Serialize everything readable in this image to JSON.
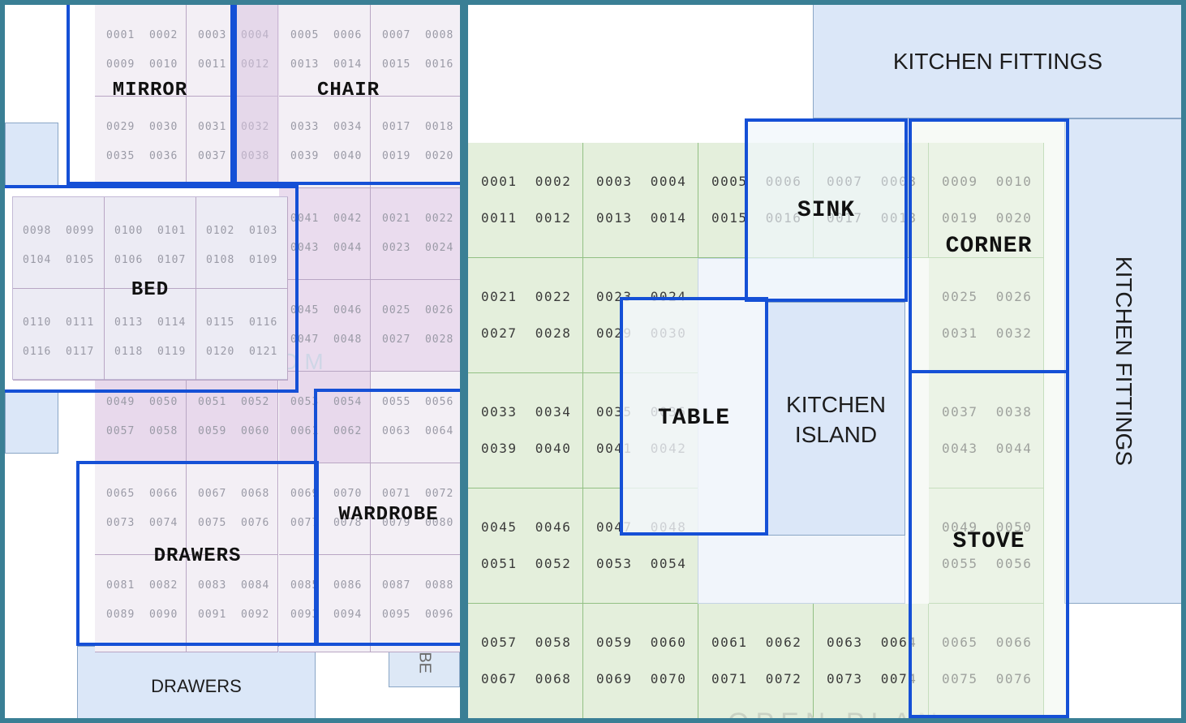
{
  "bedroom": {
    "room_label": "BEDROOM",
    "grid_cells": [
      [
        "0001",
        "0002",
        "0009",
        "0010"
      ],
      [
        "0003",
        "0004",
        "0011",
        "0012"
      ],
      [
        "0005",
        "0006",
        "0013",
        "0014"
      ],
      [
        "0007",
        "0008",
        "0015",
        "0016"
      ],
      [
        "0029",
        "0030",
        "0035",
        "0036"
      ],
      [
        "0031",
        "0032",
        "0037",
        "0038"
      ],
      [
        "0033",
        "0034",
        "0039",
        "0040"
      ],
      [
        "0017",
        "0018",
        "0019",
        "0020"
      ],
      [
        "0041",
        "0042",
        "0043",
        "0044"
      ],
      [
        "0021",
        "0022",
        "0023",
        "0024"
      ],
      [
        "0045",
        "0046",
        "0047",
        "0048"
      ],
      [
        "0025",
        "0026",
        "0027",
        "0028"
      ],
      [
        "0049",
        "0050",
        "0057",
        "0058"
      ],
      [
        "0051",
        "0052",
        "0059",
        "0060"
      ],
      [
        "0053",
        "0054",
        "0061",
        "0062"
      ],
      [
        "0055",
        "0056",
        "0063",
        "0064"
      ],
      [
        "0065",
        "0066",
        "0073",
        "0074"
      ],
      [
        "0067",
        "0068",
        "0075",
        "0076"
      ],
      [
        "0069",
        "0070",
        "0077",
        "0078"
      ],
      [
        "0071",
        "0072",
        "0079",
        "0080"
      ],
      [
        "0081",
        "0082",
        "0089",
        "0090"
      ],
      [
        "0083",
        "0084",
        "0091",
        "0092"
      ],
      [
        "0085",
        "0086",
        "0093",
        "0094"
      ],
      [
        "0087",
        "0088",
        "0095",
        "0096"
      ]
    ],
    "bed_cells": [
      [
        "0098",
        "0099",
        "0104",
        "0105"
      ],
      [
        "0100",
        "0101",
        "0106",
        "0107"
      ],
      [
        "0102",
        "0103",
        "0108",
        "0109"
      ],
      [
        "0110",
        "0111",
        "0116",
        "0117"
      ],
      [
        "0113",
        "0114",
        "0118",
        "0119"
      ],
      [
        "0115",
        "0116",
        "0120",
        "0121"
      ]
    ],
    "furniture": [
      "MIRROR",
      "CHAIR",
      "BED",
      "DRAWERS",
      "WARDROBE"
    ],
    "fixtures": {
      "drawers": "DRAWERS",
      "wardrobe": "WARDROBE"
    }
  },
  "kitchen": {
    "room_label": "OPEN PLAN",
    "grid_cells": [
      [
        "0001",
        "0002",
        "0011",
        "0012"
      ],
      [
        "0003",
        "0004",
        "0013",
        "0014"
      ],
      [
        "0005",
        "0006",
        "0015",
        "0016"
      ],
      [
        "0007",
        "0008",
        "0017",
        "0018"
      ],
      [
        "0009",
        "0010",
        "0019",
        "0020"
      ],
      [
        "0021",
        "0022",
        "0027",
        "0028"
      ],
      [
        "0023",
        "0024",
        "0029",
        "0030"
      ],
      [
        "0025",
        "0026",
        "0031",
        "0032"
      ],
      [
        "0033",
        "0034",
        "0039",
        "0040"
      ],
      [
        "0035",
        "0036",
        "0041",
        "0042"
      ],
      [
        "0037",
        "0038",
        "0043",
        "0044"
      ],
      [
        "0045",
        "0046",
        "0051",
        "0052"
      ],
      [
        "0047",
        "0048",
        "0053",
        "0054"
      ],
      [
        "0049",
        "0050",
        "0055",
        "0056"
      ],
      [
        "0057",
        "0058",
        "0067",
        "0068"
      ],
      [
        "0059",
        "0060",
        "0069",
        "0070"
      ],
      [
        "0061",
        "0062",
        "0071",
        "0072"
      ],
      [
        "0063",
        "0064",
        "0073",
        "0074"
      ],
      [
        "0065",
        "0066",
        "0075",
        "0076"
      ]
    ],
    "furniture": [
      "SINK",
      "CORNER",
      "TABLE",
      "STOVE"
    ],
    "fixtures": {
      "fittings_top": "KITCHEN FITTINGS",
      "fittings_side": "KITCHEN FITTINGS",
      "island_line1": "KITCHEN",
      "island_line2": "ISLAND"
    }
  },
  "colors": {
    "frame": "#3a7f95",
    "furniture_outline": "#1550d6",
    "fixture_fill": "#dbe7f8",
    "kitchen_grid": "#e4efdc",
    "bedroom_grid": "#e7dcec"
  }
}
